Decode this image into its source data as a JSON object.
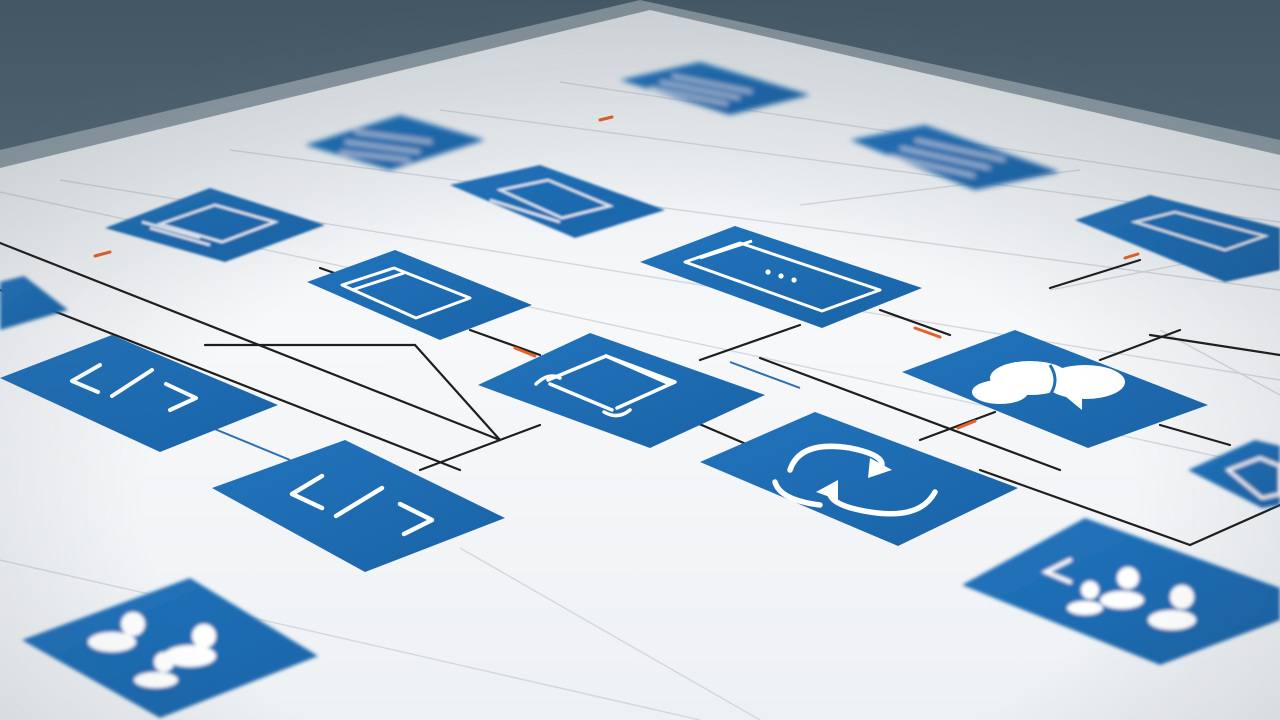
{
  "colors": {
    "background": "#5a6e7d",
    "paper": "#f4f6f8",
    "paper_shadow": "#d9dee3",
    "node_fill": "#1f6db3",
    "node_fill_dark": "#1a5f9e",
    "node_glyph": "#ffffff",
    "grid_line": "#c8cdd2",
    "connector": "#1b1b1b",
    "connector_blue": "#2a6fb0",
    "accent": "#e5622b"
  },
  "nodes": [
    {
      "id": "n-top-center",
      "icon": "table-icon"
    },
    {
      "id": "n-top-left",
      "icon": "table-icon"
    },
    {
      "id": "n-top-right",
      "icon": "table-icon"
    },
    {
      "id": "n-upper-left",
      "icon": "document-icon"
    },
    {
      "id": "n-upper-mid",
      "icon": "table-icon"
    },
    {
      "id": "n-upper-right",
      "icon": "window-icon"
    },
    {
      "id": "n-window-left",
      "icon": "window-icon"
    },
    {
      "id": "n-window-center",
      "icon": "window-dots-icon"
    },
    {
      "id": "n-edge-left",
      "icon": "box-icon"
    },
    {
      "id": "n-code-left",
      "icon": "code-icon"
    },
    {
      "id": "n-scroll-center",
      "icon": "scroll-icon"
    },
    {
      "id": "n-chat-right",
      "icon": "chat-icon"
    },
    {
      "id": "n-code-bottom",
      "icon": "code-icon"
    },
    {
      "id": "n-sync-center",
      "icon": "sync-icon"
    },
    {
      "id": "n-edge-right",
      "icon": "window-icon"
    },
    {
      "id": "n-users-bottom-left",
      "icon": "users-icon"
    },
    {
      "id": "n-users-bottom-right",
      "icon": "users-share-icon"
    }
  ]
}
